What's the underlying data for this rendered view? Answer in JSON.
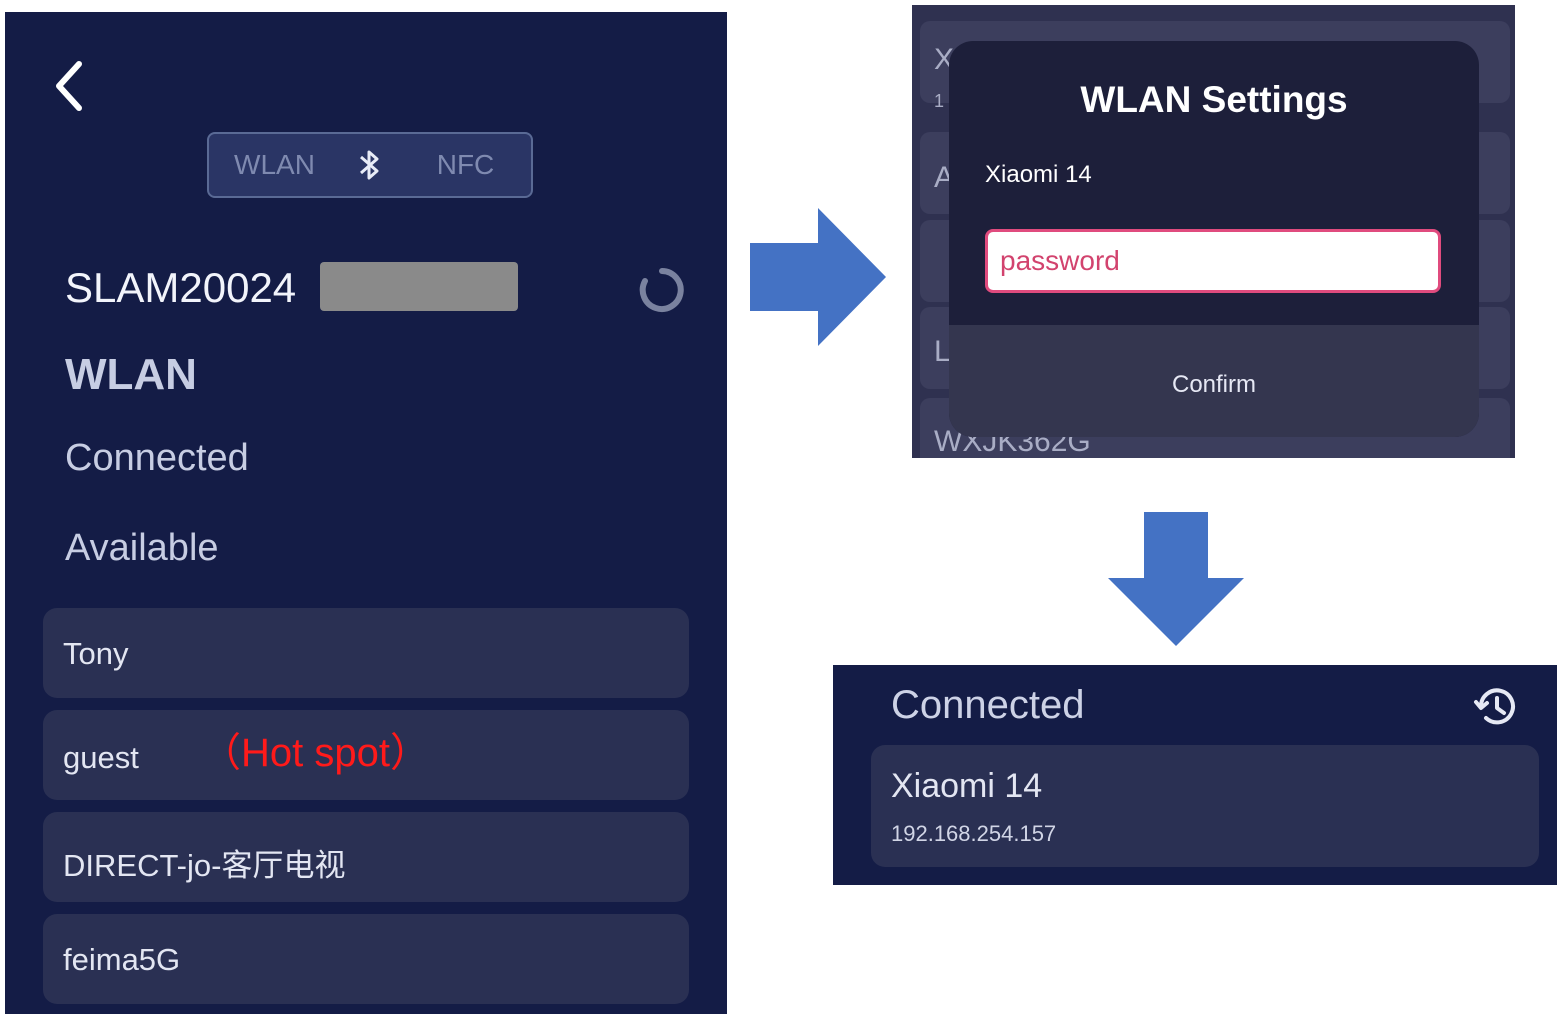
{
  "left_screen": {
    "tabs": [
      "WLAN",
      "NFC"
    ],
    "device_id": "SLAM20024",
    "section_title": "WLAN",
    "connected_label": "Connected",
    "available_label": "Available",
    "networks": [
      {
        "name": "Tony"
      },
      {
        "name": "guest",
        "annotation": "（Hot spot）"
      },
      {
        "name": "DIRECT-jo-客厅电视"
      },
      {
        "name": "feima5G"
      }
    ]
  },
  "dialog_screen": {
    "background_fragments": [
      "X",
      "1",
      "A",
      "L",
      "WXJK362G"
    ],
    "title": "WLAN Settings",
    "network": "Xiaomi 14",
    "password_placeholder": "password",
    "confirm_label": "Confirm"
  },
  "result_screen": {
    "connected_label": "Connected",
    "network_name": "Xiaomi 14",
    "ip_address": "192.168.254.157"
  },
  "colors": {
    "arrow": "#4472c4",
    "panel_bg": "#141c46",
    "card_bg": "#2a3053",
    "annotation": "#ff1a1a"
  }
}
